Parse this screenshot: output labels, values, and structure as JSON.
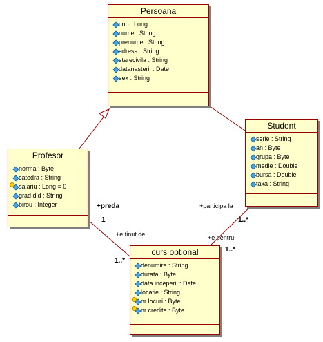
{
  "classes": {
    "persoana": {
      "name": "Persoana",
      "attrs": [
        {
          "text": "cnp : Long",
          "key": false
        },
        {
          "text": "nume : String",
          "key": false
        },
        {
          "text": "prenume : String",
          "key": false
        },
        {
          "text": "adresa : String",
          "key": false
        },
        {
          "text": "starecivila : String",
          "key": false
        },
        {
          "text": "datanasterii : Date",
          "key": false
        },
        {
          "text": "sex : String",
          "key": false
        }
      ]
    },
    "student": {
      "name": "Student",
      "attrs": [
        {
          "text": "serie : String",
          "key": false
        },
        {
          "text": "an : Byte",
          "key": false
        },
        {
          "text": "grupa : Byte",
          "key": false
        },
        {
          "text": "medie : Double",
          "key": false
        },
        {
          "text": "bursa : Double",
          "key": false
        },
        {
          "text": "taxa : String",
          "key": false
        }
      ]
    },
    "profesor": {
      "name": "Profesor",
      "attrs": [
        {
          "text": "norma : Byte",
          "key": false
        },
        {
          "text": "catedra : String",
          "key": false
        },
        {
          "text": "salariu : Long = 0",
          "key": true
        },
        {
          "text": "grad did : String",
          "key": false
        },
        {
          "text": "birou : Integer",
          "key": false
        }
      ]
    },
    "curs": {
      "name": "curs optional",
      "attrs": [
        {
          "text": "denumire : String",
          "key": false
        },
        {
          "text": "durata : Byte",
          "key": false
        },
        {
          "text": "data inceperii : Date",
          "key": false
        },
        {
          "text": "locatie : String",
          "key": false
        },
        {
          "text": "nr locuri : Byte",
          "key": true
        },
        {
          "text": "nr credite : Byte",
          "key": true
        }
      ]
    }
  },
  "labels": {
    "preda": "+preda",
    "preda_mult": "1",
    "tinut": "+e tinut de",
    "tinut_mult": "1..*",
    "participa": "+participa la",
    "participa_mult": "1..*",
    "pentru": "+e pentru",
    "pentru_mult": "1..*"
  },
  "colors": {
    "box_fill": "#ffffcc",
    "border": "#990000",
    "line": "#990000",
    "attr_icon": "#49a6e6"
  }
}
